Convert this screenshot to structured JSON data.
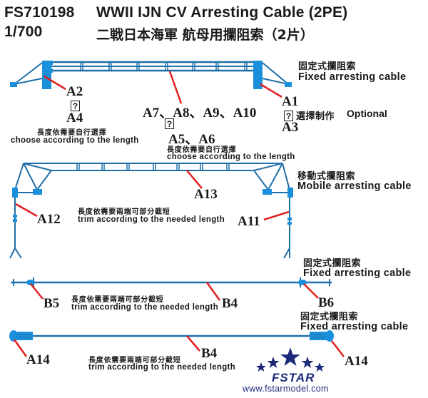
{
  "header": {
    "product_code": "FS710198",
    "title_en": "WWII IJN CV Arresting Cable (2PE)",
    "scale": "1/700",
    "title_cn": "二戦日本海軍 航母用攔阻索（2片）"
  },
  "colors": {
    "part_blue": "#1a8fdc",
    "line_blue": "#1f6fa8",
    "leader_red": "#e0201e",
    "brand_navy": "#1d2a7a",
    "text": "#1a1a1a"
  },
  "section_fixed_top": {
    "label_cn": "固定式攔阻索",
    "label_en": "Fixed arresting cable",
    "left_callout": {
      "part_a": "A2",
      "swap_icon": "?",
      "part_b": "A4",
      "note_cn": "長度依需要自行選擇",
      "note_en": "choose according to the length"
    },
    "middle_callout": {
      "parts": "A7、A8、A9、A10",
      "swap_icon": "?",
      "parts_alt": "A5、A6",
      "note_cn": "長度依需要自行選擇",
      "note_en": "choose according to the length"
    },
    "right_callout": {
      "part_a": "A1",
      "swap_icon": "?",
      "optional_cn": "選擇制作",
      "optional_en": "Optional",
      "part_b": "A3"
    }
  },
  "section_mobile": {
    "label_cn": "移動式攔阻索",
    "label_en": "Mobile arresting cable",
    "part_center": "A13",
    "part_left": "A12",
    "part_right": "A11",
    "note_cn": "長度依需要兩端可部分截短",
    "note_en": "trim according to the needed length"
  },
  "section_fixed_b": {
    "label_cn": "固定式攔阻索",
    "label_en": "Fixed arresting cable",
    "part_left": "B5",
    "part_center": "B4",
    "part_right": "B6",
    "note_cn": "長度依需要兩端可部分截短",
    "note_en": "trim according to the needed length"
  },
  "section_fixed_a14": {
    "label_cn": "固定式攔阻索",
    "label_en": "Fixed arresting cable",
    "part_left": "A14",
    "part_center": "B4",
    "part_right": "A14",
    "note_cn": "長度依需要兩端可部分截短",
    "note_en": "trim according to the needed length"
  },
  "brand": {
    "logo_icon": "five-stars-logo",
    "name": "FSTAR",
    "url": "www.fstarmodel.com"
  }
}
